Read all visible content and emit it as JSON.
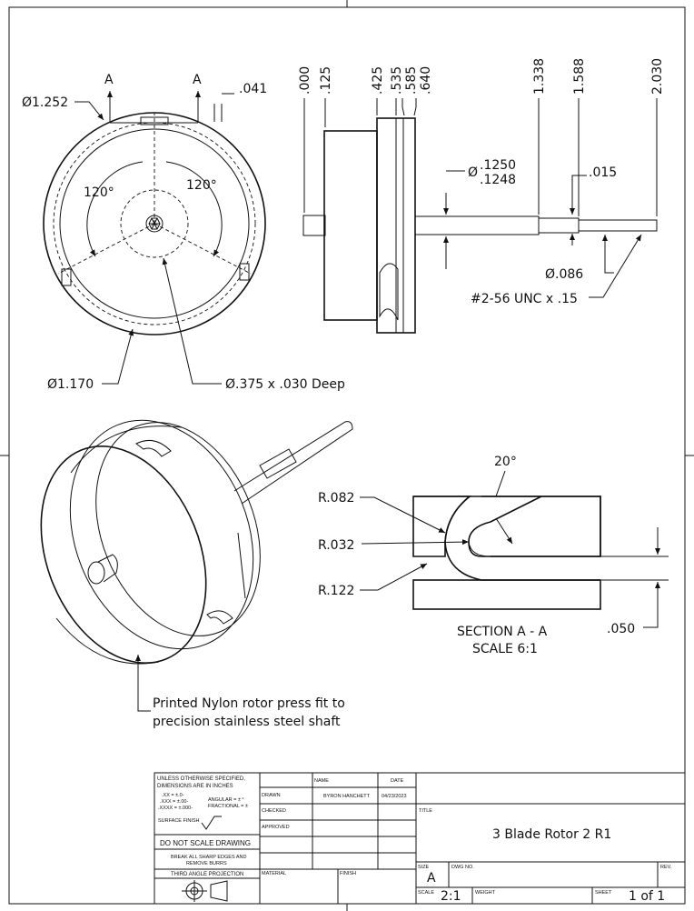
{
  "front_view": {
    "section_letter_left": "A",
    "section_letter_right": "A",
    "dim_outer_diameter": "Ø1.252",
    "dim_slot_width": ".041",
    "dim_angle_left": "120°",
    "dim_angle_right": "120°",
    "dim_inner_diameter": "Ø1.170",
    "dim_pocket": "Ø.375 x .030 Deep"
  },
  "side_view": {
    "stations": [
      ".000",
      ".125",
      ".425",
      ".535",
      ".585",
      ".640",
      "1.338",
      "1.588",
      "2.030"
    ],
    "dim_shaft_dia_prefix": "Ø",
    "dim_shaft_dia_upper": ".1250",
    "dim_shaft_dia_lower": ".1248",
    "dim_step": ".015",
    "dim_tip_dia": "Ø.086",
    "dim_thread": "#2-56 UNC x .15"
  },
  "iso_view": {
    "note_line1": "Printed Nylon rotor press fit to",
    "note_line2": "precision stainless steel shaft"
  },
  "section_view": {
    "angle": "20°",
    "radius_1": "R.082",
    "radius_2": "R.032",
    "radius_3": "R.122",
    "dim_gap": ".050",
    "caption_line1": "SECTION A - A",
    "caption_line2": "SCALE 6:1"
  },
  "title_block": {
    "unless_line1": "UNLESS OTHERWISE SPECIFIED,",
    "unless_line2": "DIMENSIONS ARE IN INCHES",
    "tol_xx": ".XX = ±.0-",
    "tol_xxx": ".XXX = ±.00-",
    "tol_xxxx": ".XXXX = ±.000-",
    "tol_angular": "ANGULAR = ± °",
    "tol_fractional": "FRACTIONAL = ±",
    "surface_finish": "SURFACE FINISH",
    "do_not_scale": "DO NOT SCALE DRAWING",
    "break_edges_1": "BREAK ALL SHARP EDGES AND",
    "break_edges_2": "REMOVE BURRS",
    "projection": "THIRD ANGLE PROJECTION",
    "col_name": "NAME",
    "col_date": "DATE",
    "row_drawn": "DRAWN",
    "row_checked": "CHECKED",
    "row_approved": "APPROVED",
    "drawn_by": "BYRON HANCHETT",
    "drawn_date": "04/23/2023",
    "label_title": "TITLE",
    "title": "3 Blade Rotor 2 R1",
    "label_material": "MATERIAL",
    "label_finish": "FINISH",
    "label_size": "SIZE",
    "size": "A",
    "label_dwg_no": "DWG NO.",
    "label_rev": "REV.",
    "label_scale": "SCALE",
    "scale": "2:1",
    "label_weight": "WEIGHT",
    "label_sheet": "SHEET",
    "sheet": "1 of 1"
  }
}
